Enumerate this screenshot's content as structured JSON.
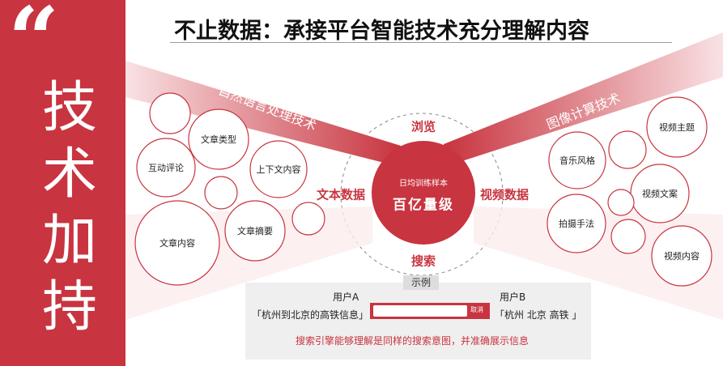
{
  "slide": {
    "side_quote": "“",
    "side_chars": [
      "技",
      "术",
      "加",
      "持"
    ],
    "title": "不止数据：承接平台智能技术充分理解内容"
  },
  "center": {
    "top": "日均训练样本",
    "main": "百亿量级"
  },
  "flow": {
    "browse": "浏览",
    "search": "搜索",
    "text_data": "文本数据",
    "video_data": "视频数据"
  },
  "bands": {
    "nlp": "自然语言处理技术",
    "image": "图像计算技术"
  },
  "left_bubbles": [
    "文章类型",
    "互动评论",
    "上下文内容",
    "文章摘要",
    "文章内容"
  ],
  "right_bubbles": [
    "视频主题",
    "音乐风格",
    "视频文案",
    "拍摄手法",
    "视频内容"
  ],
  "example": {
    "tag": "示例",
    "user_a": "用户A",
    "query_a": "「杭州到北京的高铁信息」",
    "user_b": "用户B",
    "query_b": "「杭州  北京  高铁 」",
    "button": "取消",
    "note": "搜索引擎能够理解是同样的搜索意图，并准确展示信息"
  },
  "colors": {
    "accent": "#c8343f",
    "band_light": "#f6d3d6",
    "bubble_stroke": "#c8343f"
  }
}
